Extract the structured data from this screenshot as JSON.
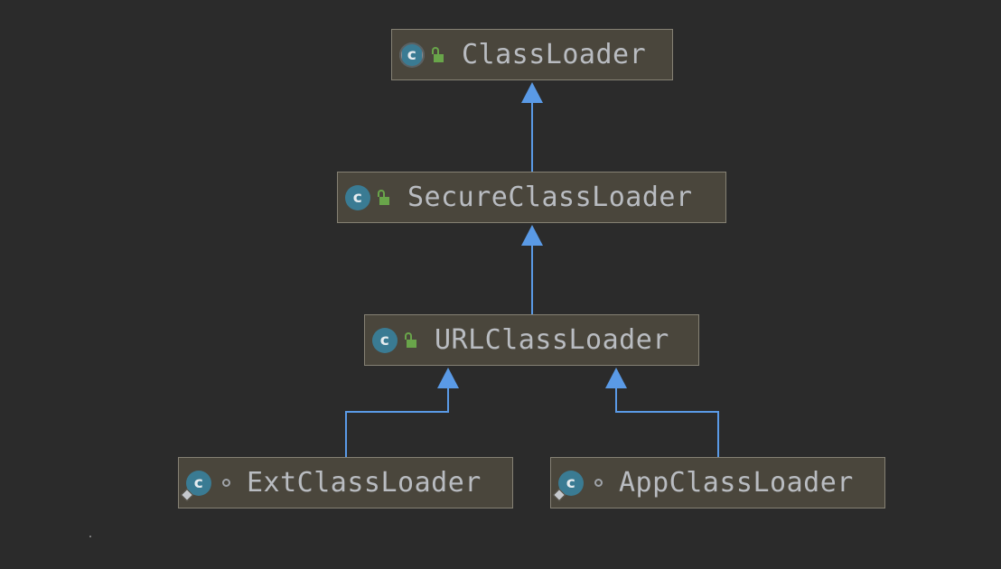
{
  "diagram": {
    "nodes": [
      {
        "id": "classloader",
        "label": "ClassLoader",
        "icon": "abstract-class-icon",
        "visibility": "public-lock-icon"
      },
      {
        "id": "secureclassloader",
        "label": "SecureClassLoader",
        "icon": "class-icon",
        "visibility": "public-lock-icon"
      },
      {
        "id": "urlclassloader",
        "label": "URLClassLoader",
        "icon": "class-icon",
        "visibility": "public-lock-icon"
      },
      {
        "id": "extclassloader",
        "label": "ExtClassLoader",
        "icon": "static-class-icon",
        "visibility": "package-private-icon"
      },
      {
        "id": "appclassloader",
        "label": "AppClassLoader",
        "icon": "static-class-icon",
        "visibility": "package-private-icon"
      }
    ],
    "edges": [
      {
        "from": "secureclassloader",
        "to": "classloader",
        "type": "extends"
      },
      {
        "from": "urlclassloader",
        "to": "secureclassloader",
        "type": "extends"
      },
      {
        "from": "extclassloader",
        "to": "urlclassloader",
        "type": "extends"
      },
      {
        "from": "appclassloader",
        "to": "urlclassloader",
        "type": "extends"
      }
    ],
    "class_icon_letter": "c",
    "colors": {
      "background": "#2b2b2b",
      "node_fill": "#4a463c",
      "node_border": "#858174",
      "edge": "#5a9ae6",
      "text": "#b9bcc1",
      "class_icon": "#3a7b93",
      "lock": "#69a54a"
    }
  }
}
